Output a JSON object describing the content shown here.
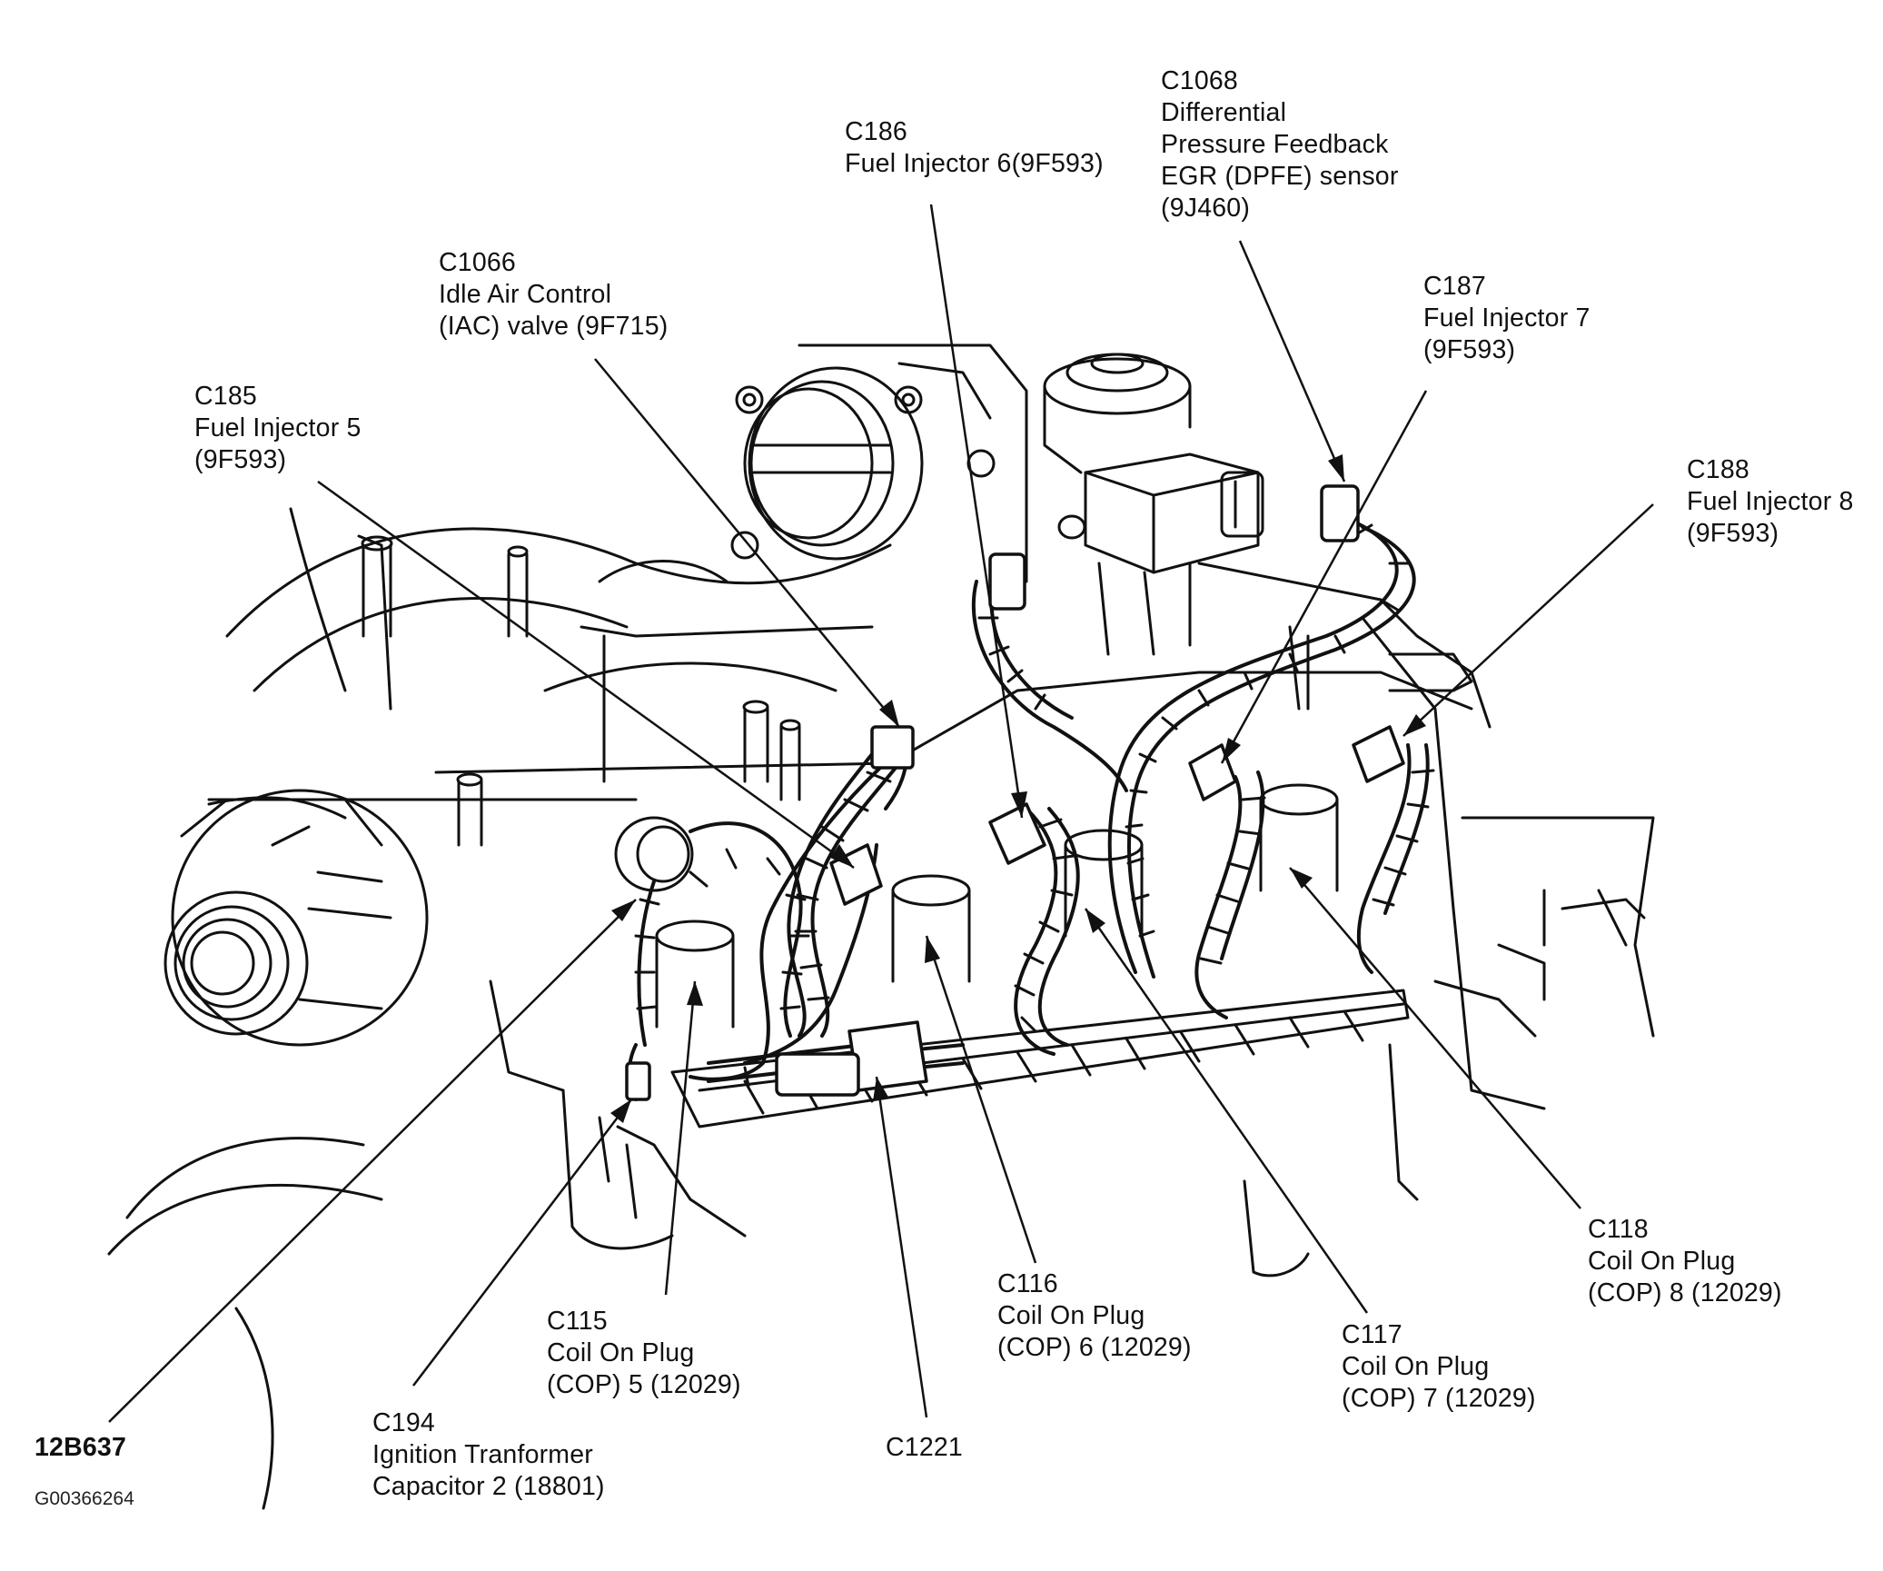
{
  "callouts": [
    {
      "id": "c186",
      "lines": [
        "C186",
        "Fuel Injector 6(9F593)"
      ]
    },
    {
      "id": "c1068",
      "lines": [
        "C1068",
        "Differential",
        "Pressure Feedback",
        "EGR (DPFE) sensor",
        "(9J460)"
      ]
    },
    {
      "id": "c1066",
      "lines": [
        "C1066",
        "Idle Air Control",
        "(IAC) valve (9F715)"
      ]
    },
    {
      "id": "c187",
      "lines": [
        "C187",
        "Fuel Injector 7",
        "(9F593)"
      ]
    },
    {
      "id": "c185",
      "lines": [
        "C185",
        "Fuel Injector 5",
        "(9F593)"
      ]
    },
    {
      "id": "c188",
      "lines": [
        "C188",
        "Fuel Injector 8",
        "(9F593)"
      ]
    },
    {
      "id": "c118",
      "lines": [
        "C118",
        "Coil On Plug",
        "(COP) 8 (12029)"
      ]
    },
    {
      "id": "c116",
      "lines": [
        "C116",
        "Coil On Plug",
        "(COP) 6 (12029)"
      ]
    },
    {
      "id": "c117",
      "lines": [
        "C117",
        "Coil On Plug",
        "(COP) 7 (12029)"
      ]
    },
    {
      "id": "c115",
      "lines": [
        "C115",
        "Coil On Plug",
        "(COP) 5 (12029)"
      ]
    },
    {
      "id": "c194",
      "lines": [
        "C194",
        "Ignition Tranformer",
        "Capacitor 2 (18801)"
      ]
    },
    {
      "id": "c1221",
      "lines": [
        "C1221"
      ]
    },
    {
      "id": "p12b637",
      "lines": [
        "12B637"
      ]
    }
  ],
  "figure_id": "G00366264"
}
